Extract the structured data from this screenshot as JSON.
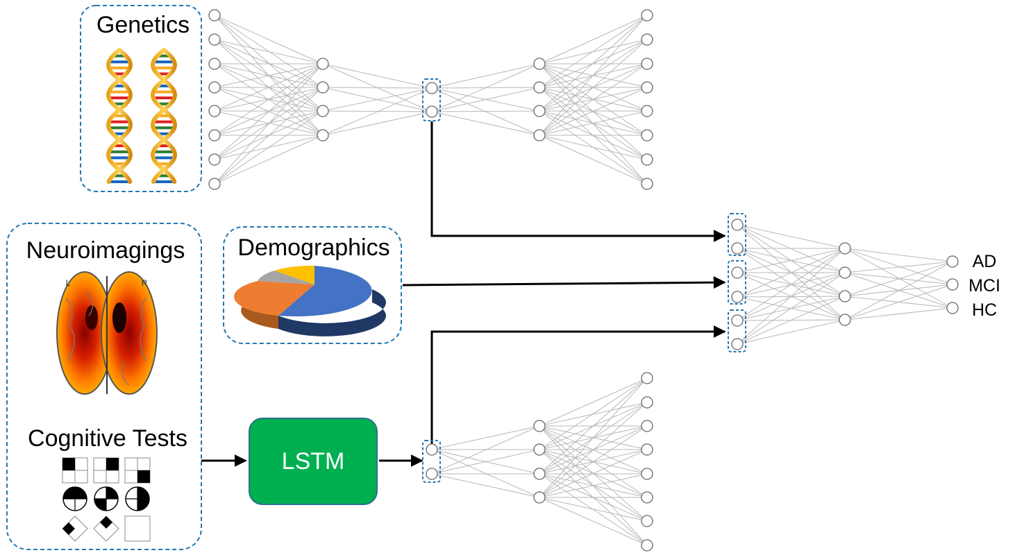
{
  "panels": {
    "genetics": "Genetics",
    "neuroimaging": "Neuroimagings",
    "cognitive": "Cognitive Tests",
    "demographics": "Demographics"
  },
  "brain": {
    "left_marker": "L",
    "right_marker": "R"
  },
  "lstm": {
    "label": "LSTM"
  },
  "outputs": [
    "AD",
    "MCI",
    "HC"
  ],
  "colors": {
    "panel_border": "#1f77b4",
    "lstm_fill": "#00b050",
    "pie_blue": "#4472c4",
    "pie_orange": "#ed7d31",
    "pie_gray": "#a5a5a5",
    "pie_yellow": "#ffc000",
    "edge": "#b0b0b0",
    "arrow": "#000000"
  }
}
